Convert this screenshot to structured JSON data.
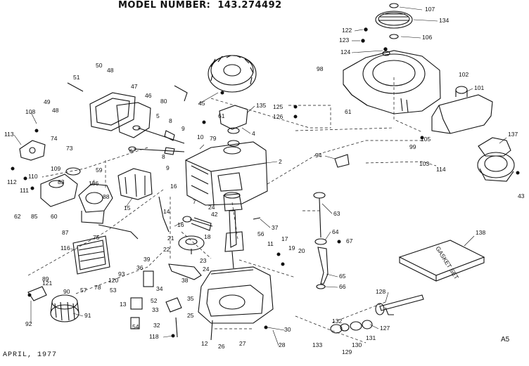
{
  "header": {
    "model_label": "MODEL NUMBER:",
    "model_number": "143.274492"
  },
  "footer": {
    "date": "APRIL, 1977",
    "sheet": "A5"
  },
  "gasket_box_text": "GASKET SET",
  "part_labels": [
    "2",
    "4",
    "5",
    "6",
    "7",
    "8",
    "9",
    "10",
    "11",
    "12",
    "13",
    "14",
    "15",
    "16",
    "17",
    "18",
    "19",
    "20",
    "21",
    "22",
    "23",
    "24",
    "25",
    "26",
    "27",
    "28",
    "30",
    "32",
    "33",
    "34",
    "35",
    "36",
    "37",
    "38",
    "39",
    "42",
    "43",
    "45",
    "46",
    "47",
    "48",
    "49",
    "50",
    "51",
    "52",
    "53",
    "54",
    "56",
    "57",
    "59",
    "60",
    "61",
    "62",
    "63",
    "64",
    "65",
    "66",
    "67",
    "73",
    "74",
    "75",
    "78",
    "79",
    "80",
    "83",
    "85",
    "87",
    "88",
    "89",
    "90",
    "91",
    "92",
    "93",
    "94",
    "98",
    "99",
    "101",
    "102",
    "103",
    "105",
    "106",
    "107",
    "108",
    "109",
    "110",
    "111",
    "112",
    "113",
    "114",
    "116",
    "118",
    "120",
    "121",
    "122",
    "123",
    "124",
    "125",
    "126",
    "127",
    "128",
    "129",
    "130",
    "131",
    "132",
    "133",
    "134",
    "135",
    "136",
    "137",
    "138"
  ]
}
